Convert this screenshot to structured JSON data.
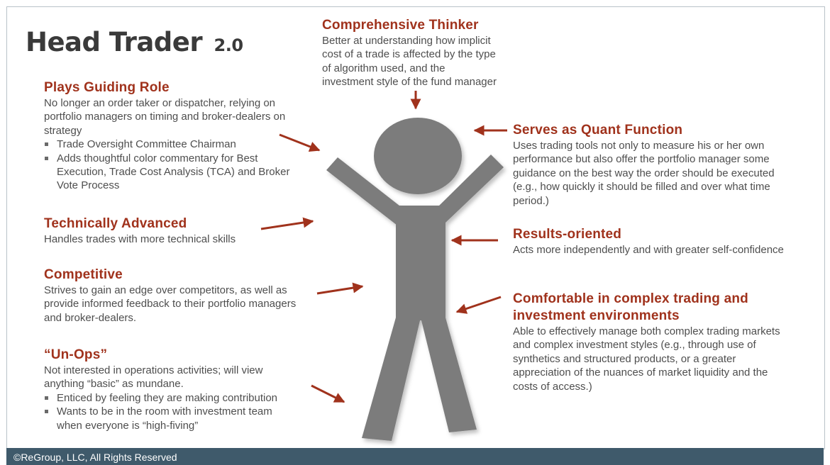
{
  "title": {
    "main": "Head Trader",
    "version": "2.0"
  },
  "blocks": {
    "thinker": {
      "heading": "Comprehensive Thinker",
      "desc_lines": [
        "Better at understanding how implicit",
        "cost of a trade is affected by the type",
        "of algorithm used, and the",
        "investment style of the fund manager"
      ]
    },
    "guiding": {
      "heading": "Plays Guiding Role",
      "desc_lines": [
        "No longer an order taker or dispatcher, relying on",
        "portfolio managers on timing and broker-dealers on",
        "strategy"
      ],
      "bullets": [
        {
          "lines": [
            "Trade Oversight Committee Chairman"
          ]
        },
        {
          "lines": [
            "Adds thoughtful  color commentary  for  Best",
            "Execution, Trade Cost Analysis (TCA) and Broker",
            "Vote Process"
          ]
        }
      ]
    },
    "quant": {
      "heading": "Serves as Quant Function",
      "desc_lines": [
        "Uses trading tools not only to measure his or her own",
        "performance but also offer the portfolio manager some",
        "guidance on the best way the order should be executed",
        "(e.g., how quickly it should be filled and over what time",
        "period.)"
      ]
    },
    "technical": {
      "heading": "Technically Advanced",
      "desc_lines": [
        "Handles trades with more technical skills"
      ]
    },
    "results": {
      "heading": "Results-oriented",
      "desc_lines": [
        "Acts more independently  and with greater self-confidence"
      ]
    },
    "competitive": {
      "heading": "Competitive",
      "desc_lines": [
        "Strives to gain an edge over competitors, as well as",
        "provide informed feedback to their portfolio managers",
        "and broker-dealers."
      ]
    },
    "complex": {
      "heading_lines": [
        "Comfortable in complex trading and",
        "investment environments"
      ],
      "desc_lines": [
        "Able to effectively manage both complex trading markets",
        "and complex investment styles (e.g., through use of",
        "synthetics and structured products, or a greater",
        "appreciation of the nuances of market liquidity and the",
        "costs of access.)"
      ]
    },
    "unops": {
      "heading": "“Un-Ops”",
      "desc_lines": [
        "Not interested in operations activities; will view",
        "anything  “basic” as mundane."
      ],
      "bullets": [
        {
          "lines": [
            "Enticed by feeling they are making contribution"
          ]
        },
        {
          "lines": [
            "Wants to be in the room with investment team",
            "when everyone is “high-fiving”"
          ]
        }
      ]
    }
  },
  "colors": {
    "heading": "#a0321c",
    "arrow": "#a0321c",
    "figure": "#7b7b7b",
    "footer": "#3f5a6b"
  },
  "footer": {
    "text": "©ReGroup, LLC, All Rights Reserved"
  }
}
